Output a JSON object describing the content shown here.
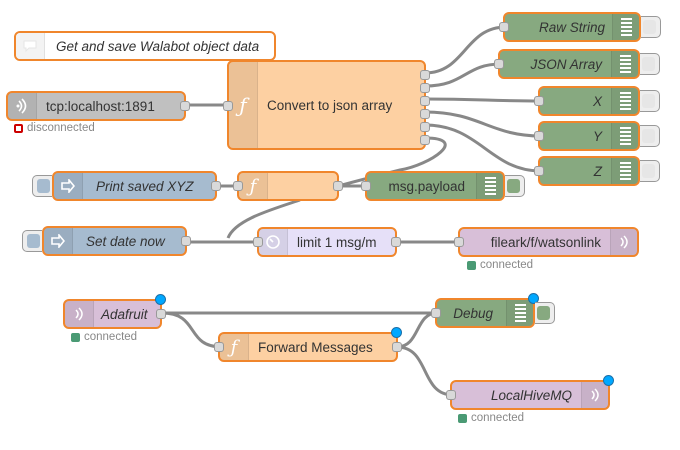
{
  "flow": {
    "comment": "Get and save Walabot object data",
    "colors": {
      "node_border": "#f0862c",
      "function": "#fdd0a2",
      "debug": "#87a980",
      "inject": "#a6bbcf",
      "mqtt": "#d8bfd8",
      "tcp": "#c0c0c0",
      "delay": "#e6e0f8",
      "wire": "#888888",
      "changed_badge": "#00a8ff",
      "status_connected": "#4a9a74",
      "status_disconnected": "#cc0000"
    },
    "nodes": {
      "tcp_in": {
        "label": "tcp:localhost:1891",
        "status": "disconnected"
      },
      "convert": {
        "label": "Convert to json array"
      },
      "raw_string": {
        "label": "Raw String"
      },
      "json_array": {
        "label": "JSON Array"
      },
      "x": {
        "label": "X"
      },
      "y": {
        "label": "Y"
      },
      "z": {
        "label": "Z"
      },
      "print_saved": {
        "label": "Print saved XYZ"
      },
      "func_unnamed": {
        "label": ""
      },
      "msg_payload": {
        "label": "msg.payload"
      },
      "set_date": {
        "label": "Set date now"
      },
      "limit": {
        "label": "limit 1 msg/m"
      },
      "mqtt_out_watson": {
        "label": "fileark/f/watsonlink",
        "status": "connected"
      },
      "adafruit": {
        "label": "Adafruit",
        "status": "connected"
      },
      "debug": {
        "label": "Debug"
      },
      "forward": {
        "label": "Forward Messages"
      },
      "local_hive": {
        "label": "LocalHiveMQ",
        "status": "connected"
      }
    }
  }
}
